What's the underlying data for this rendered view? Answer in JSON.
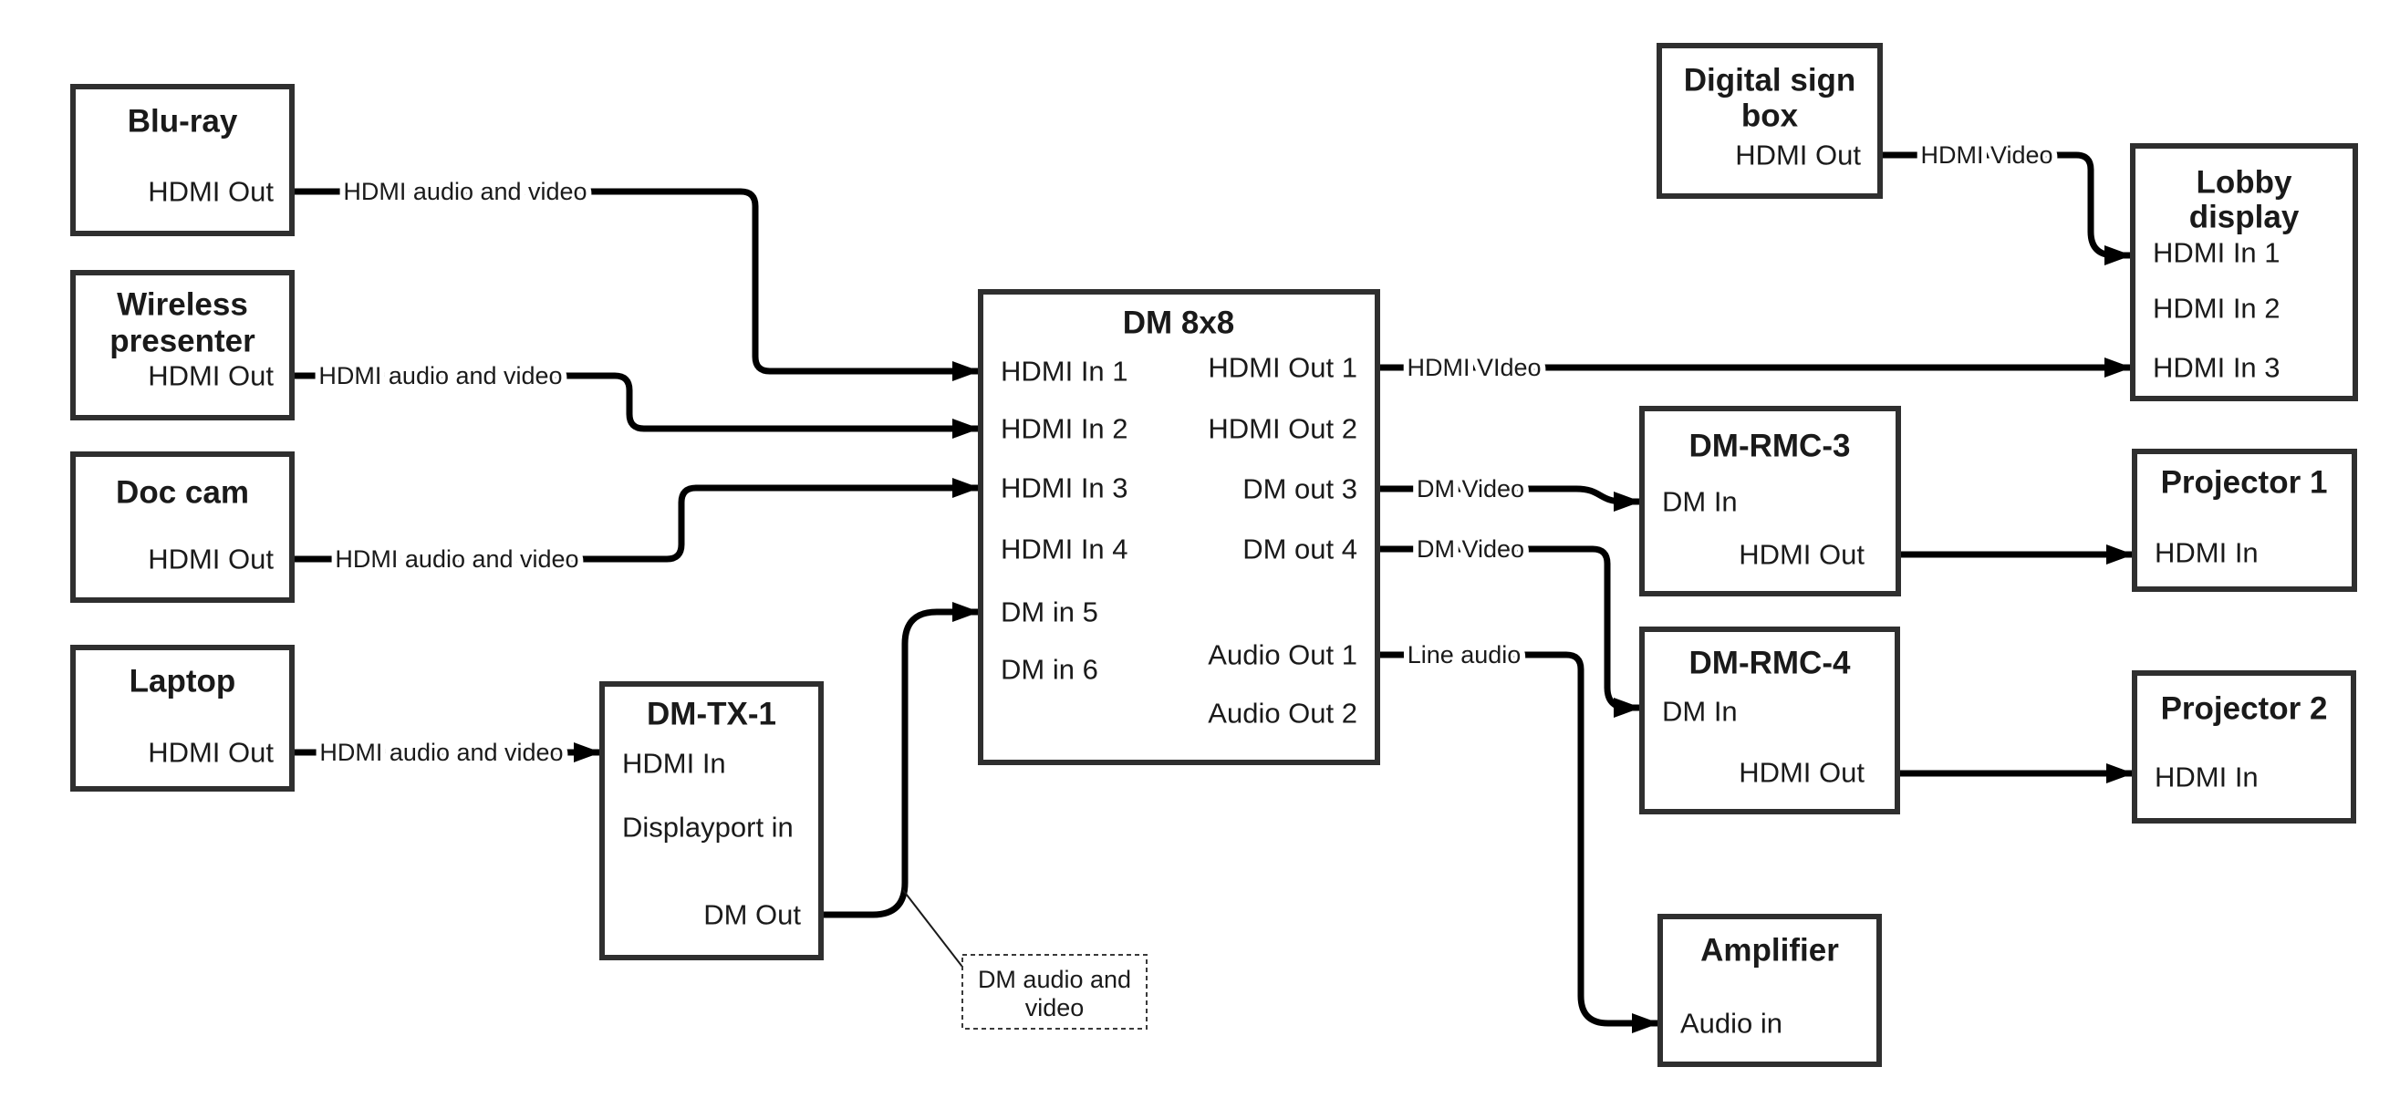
{
  "diagram": {
    "background": "#ffffff",
    "wire_color": "#000000",
    "box_border_color": "#2f2f2f",
    "text_color": "#1a1a1a",
    "nodes": {
      "bluray": {
        "title": "Blu-ray",
        "port_out": "HDMI Out"
      },
      "wireless": {
        "title_line1": "Wireless",
        "title_line2": "presenter",
        "port_out": "HDMI Out"
      },
      "doccam": {
        "title": "Doc cam",
        "port_out": "HDMI Out"
      },
      "laptop": {
        "title": "Laptop",
        "port_out": "HDMI Out"
      },
      "dmtx1": {
        "title": "DM-TX-1",
        "port_in1": "HDMI In",
        "port_in2": "Displayport in",
        "port_out": "DM Out"
      },
      "dm8x8": {
        "title": "DM 8x8",
        "inputs": [
          "HDMI In 1",
          "HDMI In 2",
          "HDMI In 3",
          "HDMI In 4",
          "DM in 5",
          "DM in 6"
        ],
        "outputs": [
          "HDMI Out 1",
          "HDMI Out 2",
          "DM out 3",
          "DM out 4",
          "Audio Out 1",
          "Audio Out 2"
        ]
      },
      "digitalsign": {
        "title_line1": "Digital sign",
        "title_line2": "box",
        "port_out": "HDMI Out"
      },
      "lobby": {
        "title_line1": "Lobby",
        "title_line2": "display",
        "port_in1": "HDMI In 1",
        "port_in2": "HDMI In 2",
        "port_in3": "HDMI In 3"
      },
      "rmc3": {
        "title": "DM-RMC-3",
        "port_in": "DM In",
        "port_out": "HDMI Out"
      },
      "proj1": {
        "title": "Projector 1",
        "port_in": "HDMI In"
      },
      "rmc4": {
        "title": "DM-RMC-4",
        "port_in": "DM In",
        "port_out": "HDMI Out"
      },
      "proj2": {
        "title": "Projector 2",
        "port_in": "HDMI In"
      },
      "amplifier": {
        "title": "Amplifier",
        "port_in": "Audio in"
      }
    },
    "edge_labels": {
      "bluray_to_dm": "HDMI audio and video",
      "wireless_to_dm": "HDMI audio and video",
      "doccam_to_dm": "HDMI audio and video",
      "laptop_to_tx": "HDMI audio and video",
      "hdmi_out1": "HDMI VIdeo",
      "dm_out3": "DM Video",
      "dm_out4": "DM Video",
      "audio_out1": "Line audio",
      "digitalsign_lobby": "HDMI Video"
    },
    "note": {
      "line1": "DM audio and",
      "line2": "video"
    }
  }
}
